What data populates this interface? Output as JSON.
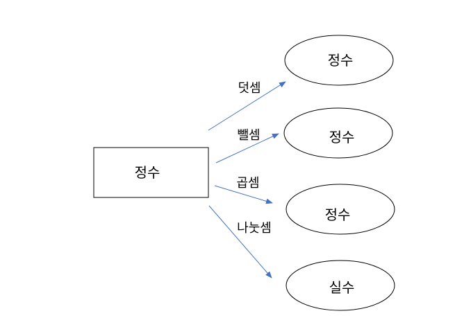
{
  "diagram": {
    "source": {
      "label": "정수"
    },
    "targets": [
      {
        "label": "정수"
      },
      {
        "label": "정수"
      },
      {
        "label": "정수"
      },
      {
        "label": "실수"
      }
    ],
    "edges": [
      {
        "label": "덧셈"
      },
      {
        "label": "뺄셈"
      },
      {
        "label": "곱셈"
      },
      {
        "label": "나눗셈"
      }
    ],
    "colors": {
      "arrow": "#4472C4",
      "stroke": "#000000",
      "fill": "#ffffff"
    }
  }
}
